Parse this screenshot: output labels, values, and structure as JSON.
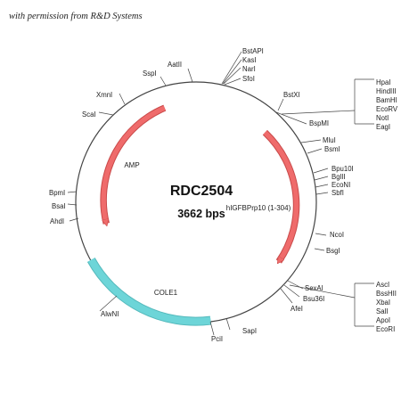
{
  "credit": "with permission from R&D Systems",
  "plasmid": {
    "name": "RDC2504",
    "size": "3662 bps"
  },
  "features": [
    {
      "id": "amp",
      "label": "AMP",
      "color": "#ef6b6b"
    },
    {
      "id": "insert",
      "label": "hIGFBPrp10 (1-304)",
      "color": "#ef6b6b"
    },
    {
      "id": "ori",
      "label": "COLE1",
      "color": "#6dd5d8"
    }
  ],
  "sites": {
    "aatii": "AatII",
    "sspi": "SspI",
    "xmni": "XmnI",
    "scai": "ScaI",
    "bpmi": "BpmI",
    "bsai": "BsaI",
    "ahdi": "AhdI",
    "alwni": "AlwNI",
    "pcii": "PciI",
    "sapi": "SapI",
    "afei": "AfeI",
    "bsu36i": "Bsu36I",
    "sexai": "SexAI",
    "bsgi": "BsgI",
    "ncoi": "NcoI",
    "sbfi": "SbfI",
    "econi": "EcoNI",
    "bglii": "BglII",
    "bpu10i": "Bpu10I",
    "bsmi": "BsmI",
    "mlui": "MluI",
    "bspmi": "BspMI",
    "bstxi": "BstXI",
    "sfoi": "SfoI",
    "nari": "NarI",
    "kasi": "KasI",
    "bstapi": "BstAPI"
  },
  "site_groups": {
    "mcs_top": [
      "HpaI",
      "HindIII",
      "BamHI",
      "EcoRV",
      "NotI",
      "EagI"
    ],
    "mcs_bottom": [
      "AscI",
      "BssHII",
      "XbaI",
      "SalI",
      "ApoI",
      "EcoRI"
    ]
  }
}
